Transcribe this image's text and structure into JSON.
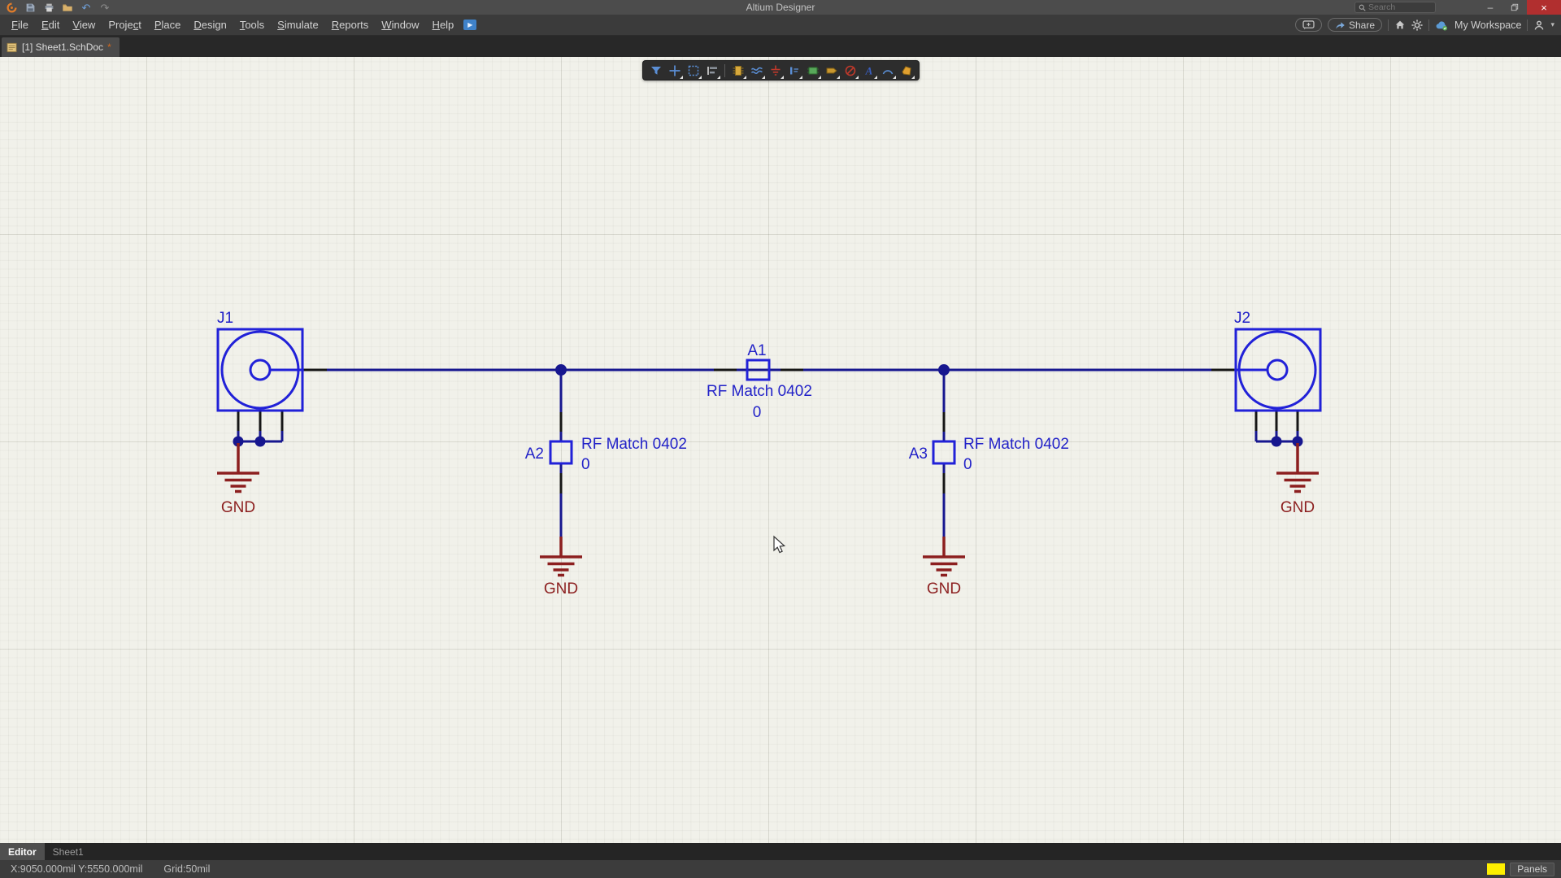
{
  "window": {
    "title": "Altium Designer",
    "search_placeholder": "Search",
    "minimize": "–",
    "close": "×"
  },
  "menu": {
    "items": [
      {
        "label": "File",
        "accel": 0
      },
      {
        "label": "Edit",
        "accel": 0
      },
      {
        "label": "View",
        "accel": 0
      },
      {
        "label": "Project",
        "accel": 5
      },
      {
        "label": "Place",
        "accel": 0
      },
      {
        "label": "Design",
        "accel": 0
      },
      {
        "label": "Tools",
        "accel": 0
      },
      {
        "label": "Simulate",
        "accel": 0
      },
      {
        "label": "Reports",
        "accel": 0
      },
      {
        "label": "Window",
        "accel": 0
      },
      {
        "label": "Help",
        "accel": 0
      }
    ]
  },
  "menubar_right": {
    "share_label": "Share",
    "workspace_label": "My Workspace"
  },
  "document_tab": {
    "label": "[1] Sheet1.SchDoc",
    "modified": "*"
  },
  "active_bar": {
    "tools": [
      "filter",
      "move",
      "select-rect",
      "align",
      "place-part",
      "place-wire",
      "place-power-port",
      "place-net-label",
      "place-sheet-symbol",
      "place-port",
      "place-no-erc",
      "place-text",
      "place-arc",
      "place-polygon"
    ]
  },
  "schematic": {
    "j1": {
      "designator": "J1",
      "gnd": "GND"
    },
    "j2": {
      "designator": "J2",
      "gnd": "GND"
    },
    "a1": {
      "designator": "A1",
      "comment": "RF Match 0402",
      "value": "0"
    },
    "a2": {
      "designator": "A2",
      "comment": "RF Match 0402",
      "value": "0",
      "gnd": "GND"
    },
    "a3": {
      "designator": "A3",
      "comment": "RF Match 0402",
      "value": "0",
      "gnd": "GND"
    }
  },
  "bottom": {
    "tabs": [
      {
        "label": "Editor",
        "active": true
      },
      {
        "label": "Sheet1",
        "active": false
      }
    ],
    "status_x": "X:9050.000mil Y:5550.000mil",
    "status_grid": "Grid:50mil",
    "panels_label": "Panels"
  },
  "colors": {
    "wire": "#17178f",
    "component_outline": "#2121d8",
    "designator_text": "#2222c8",
    "power_object": "#8c1f1f",
    "pin": "#161616",
    "canvas_bg": "#f1f1ea",
    "close_button": "#b12f2f",
    "panels_icon": "#ffef00"
  }
}
